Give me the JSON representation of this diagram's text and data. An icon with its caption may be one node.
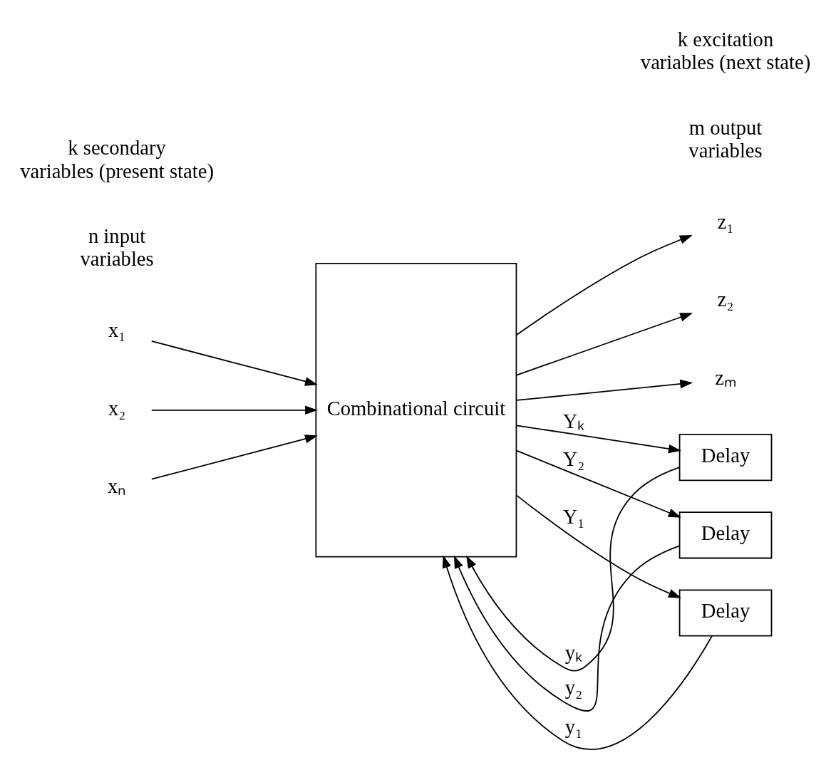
{
  "diagram": {
    "nodes": [
      {
        "text": [
          "x₁"
        ]
      },
      {
        "text": [
          "x₂"
        ]
      },
      {
        "text": [
          "xₙ"
        ]
      },
      {
        "text": [
          "Combinational circuit"
        ]
      },
      {
        "text": [
          "z₁"
        ]
      },
      {
        "text": [
          "z₂"
        ]
      },
      {
        "text": [
          "zₘ"
        ]
      },
      {
        "text": [
          "Delay"
        ]
      },
      {
        "text": [
          "Delay"
        ]
      },
      {
        "text": [
          "Delay"
        ]
      }
    ],
    "edges": [
      {
        "from": 0,
        "to": 3,
        "arrow": "to"
      },
      {
        "from": 1,
        "to": 3,
        "arrow": "to"
      },
      {
        "from": 2,
        "to": 3,
        "arrow": "to"
      },
      {
        "from": 3,
        "to": 4,
        "arrow": "to"
      },
      {
        "from": 3,
        "to": 5,
        "arrow": "to"
      },
      {
        "from": 3,
        "to": 6,
        "arrow": "to"
      },
      {
        "from": 9,
        "to": 3,
        "arrow": "to",
        "label": "y₁"
      },
      {
        "from": 8,
        "to": 3,
        "arrow": "to",
        "label": "y₂"
      },
      {
        "from": 7,
        "to": 3,
        "arrow": "to",
        "label": "yₖ"
      },
      {
        "from": 3,
        "to": 9,
        "arrow": "to",
        "label": "Y₁"
      },
      {
        "from": 3,
        "to": 8,
        "arrow": "to",
        "label": "Y₂"
      },
      {
        "from": 3,
        "to": 7,
        "arrow": "to",
        "label": "Yₖ"
      }
    ],
    "labels": [
      "n input variables",
      "m output variables",
      "k secondary variables (present state)",
      "k excitation variables (next state)"
    ]
  }
}
